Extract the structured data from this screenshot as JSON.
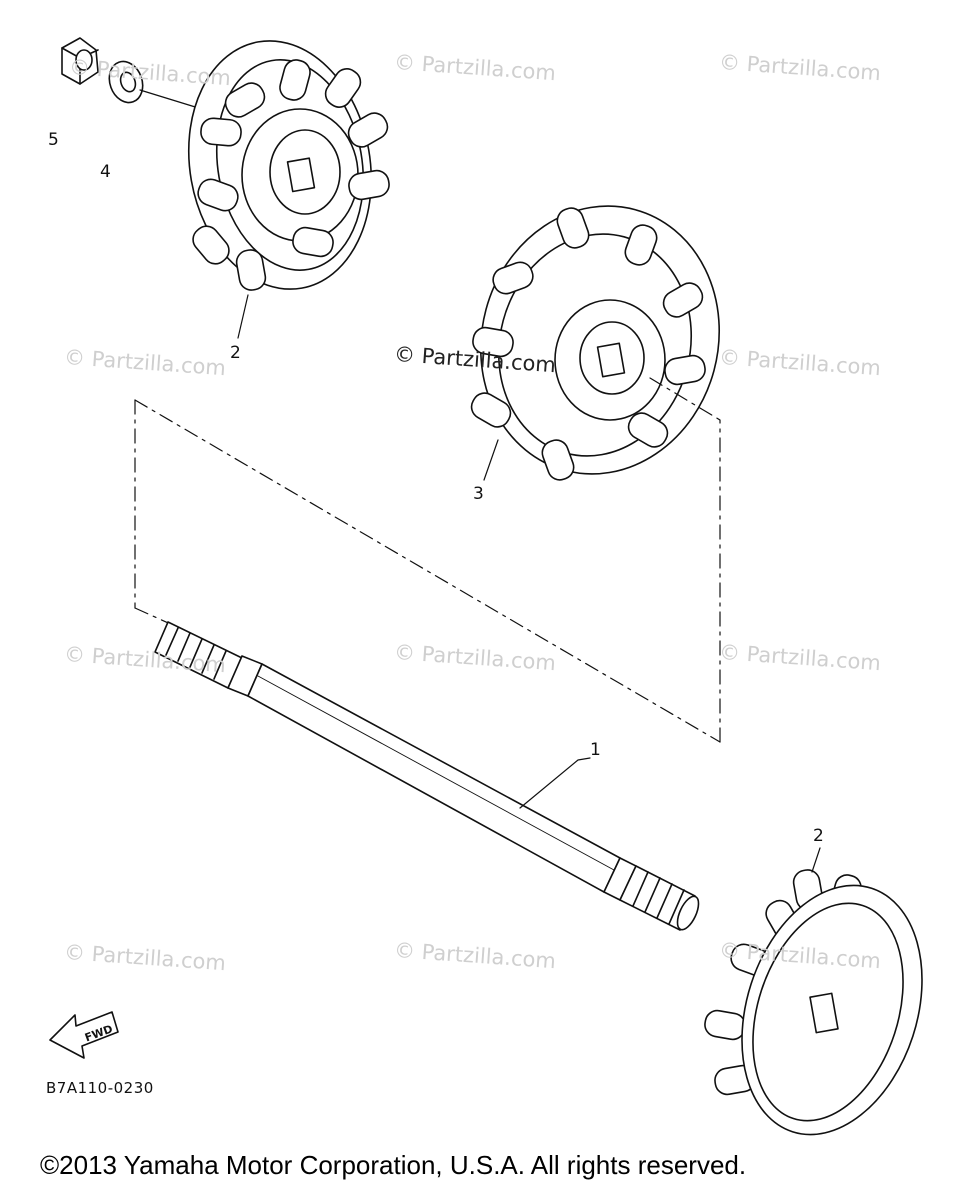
{
  "diagram": {
    "parts": [
      {
        "id": "callout-1",
        "label": "1"
      },
      {
        "id": "callout-2-top",
        "label": "2"
      },
      {
        "id": "callout-2-bottom",
        "label": "2"
      },
      {
        "id": "callout-3",
        "label": "3"
      },
      {
        "id": "callout-4",
        "label": "4"
      },
      {
        "id": "callout-5",
        "label": "5"
      }
    ],
    "fwd_label": "FWD",
    "diagram_code": "B7A110-0230",
    "copyright": "©2013 Yamaha Motor Corporation, U.S.A. All rights reserved.",
    "watermark": "© Partzilla.com"
  }
}
